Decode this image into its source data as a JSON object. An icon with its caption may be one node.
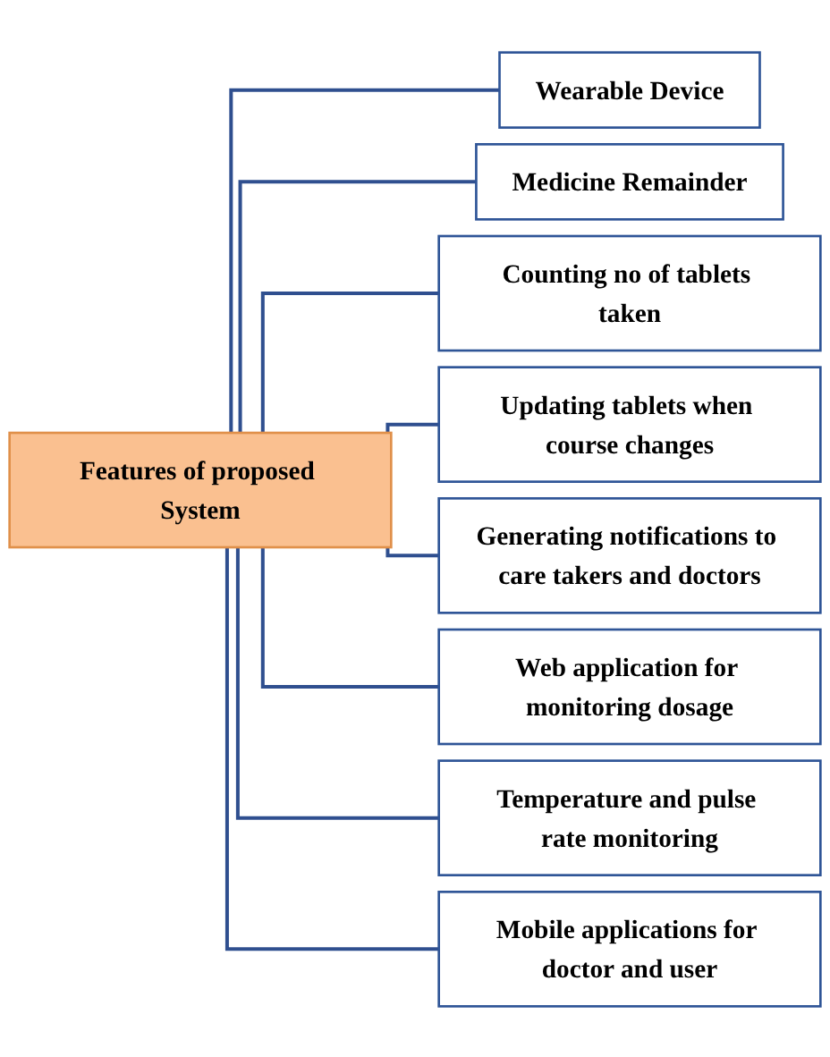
{
  "diagram": {
    "nodes": [
      {
        "text": [
          "Features of proposed System"
        ]
      },
      {
        "text": [
          "Wearable Device"
        ]
      },
      {
        "text": [
          "Medicine Remainder"
        ]
      },
      {
        "text": [
          "Counting no of tablets taken"
        ]
      },
      {
        "text": [
          "Updating tablets when course changes"
        ]
      },
      {
        "text": [
          "Generating notifications to care takers and doctors"
        ]
      },
      {
        "text": [
          "Web application for monitoring dosage"
        ]
      },
      {
        "text": [
          "Temperature and pulse rate monitoring"
        ]
      },
      {
        "text": [
          "Mobile applications for doctor and user"
        ]
      }
    ],
    "edges": [
      {
        "from": 0,
        "to": 1,
        "arrow": "none"
      },
      {
        "from": 0,
        "to": 2,
        "arrow": "none"
      },
      {
        "from": 0,
        "to": 3,
        "arrow": "none"
      },
      {
        "from": 0,
        "to": 4,
        "arrow": "none"
      },
      {
        "from": 0,
        "to": 5,
        "arrow": "none"
      },
      {
        "from": 0,
        "to": 6,
        "arrow": "none"
      },
      {
        "from": 0,
        "to": 7,
        "arrow": "none"
      },
      {
        "from": 0,
        "to": 8,
        "arrow": "none"
      }
    ]
  }
}
